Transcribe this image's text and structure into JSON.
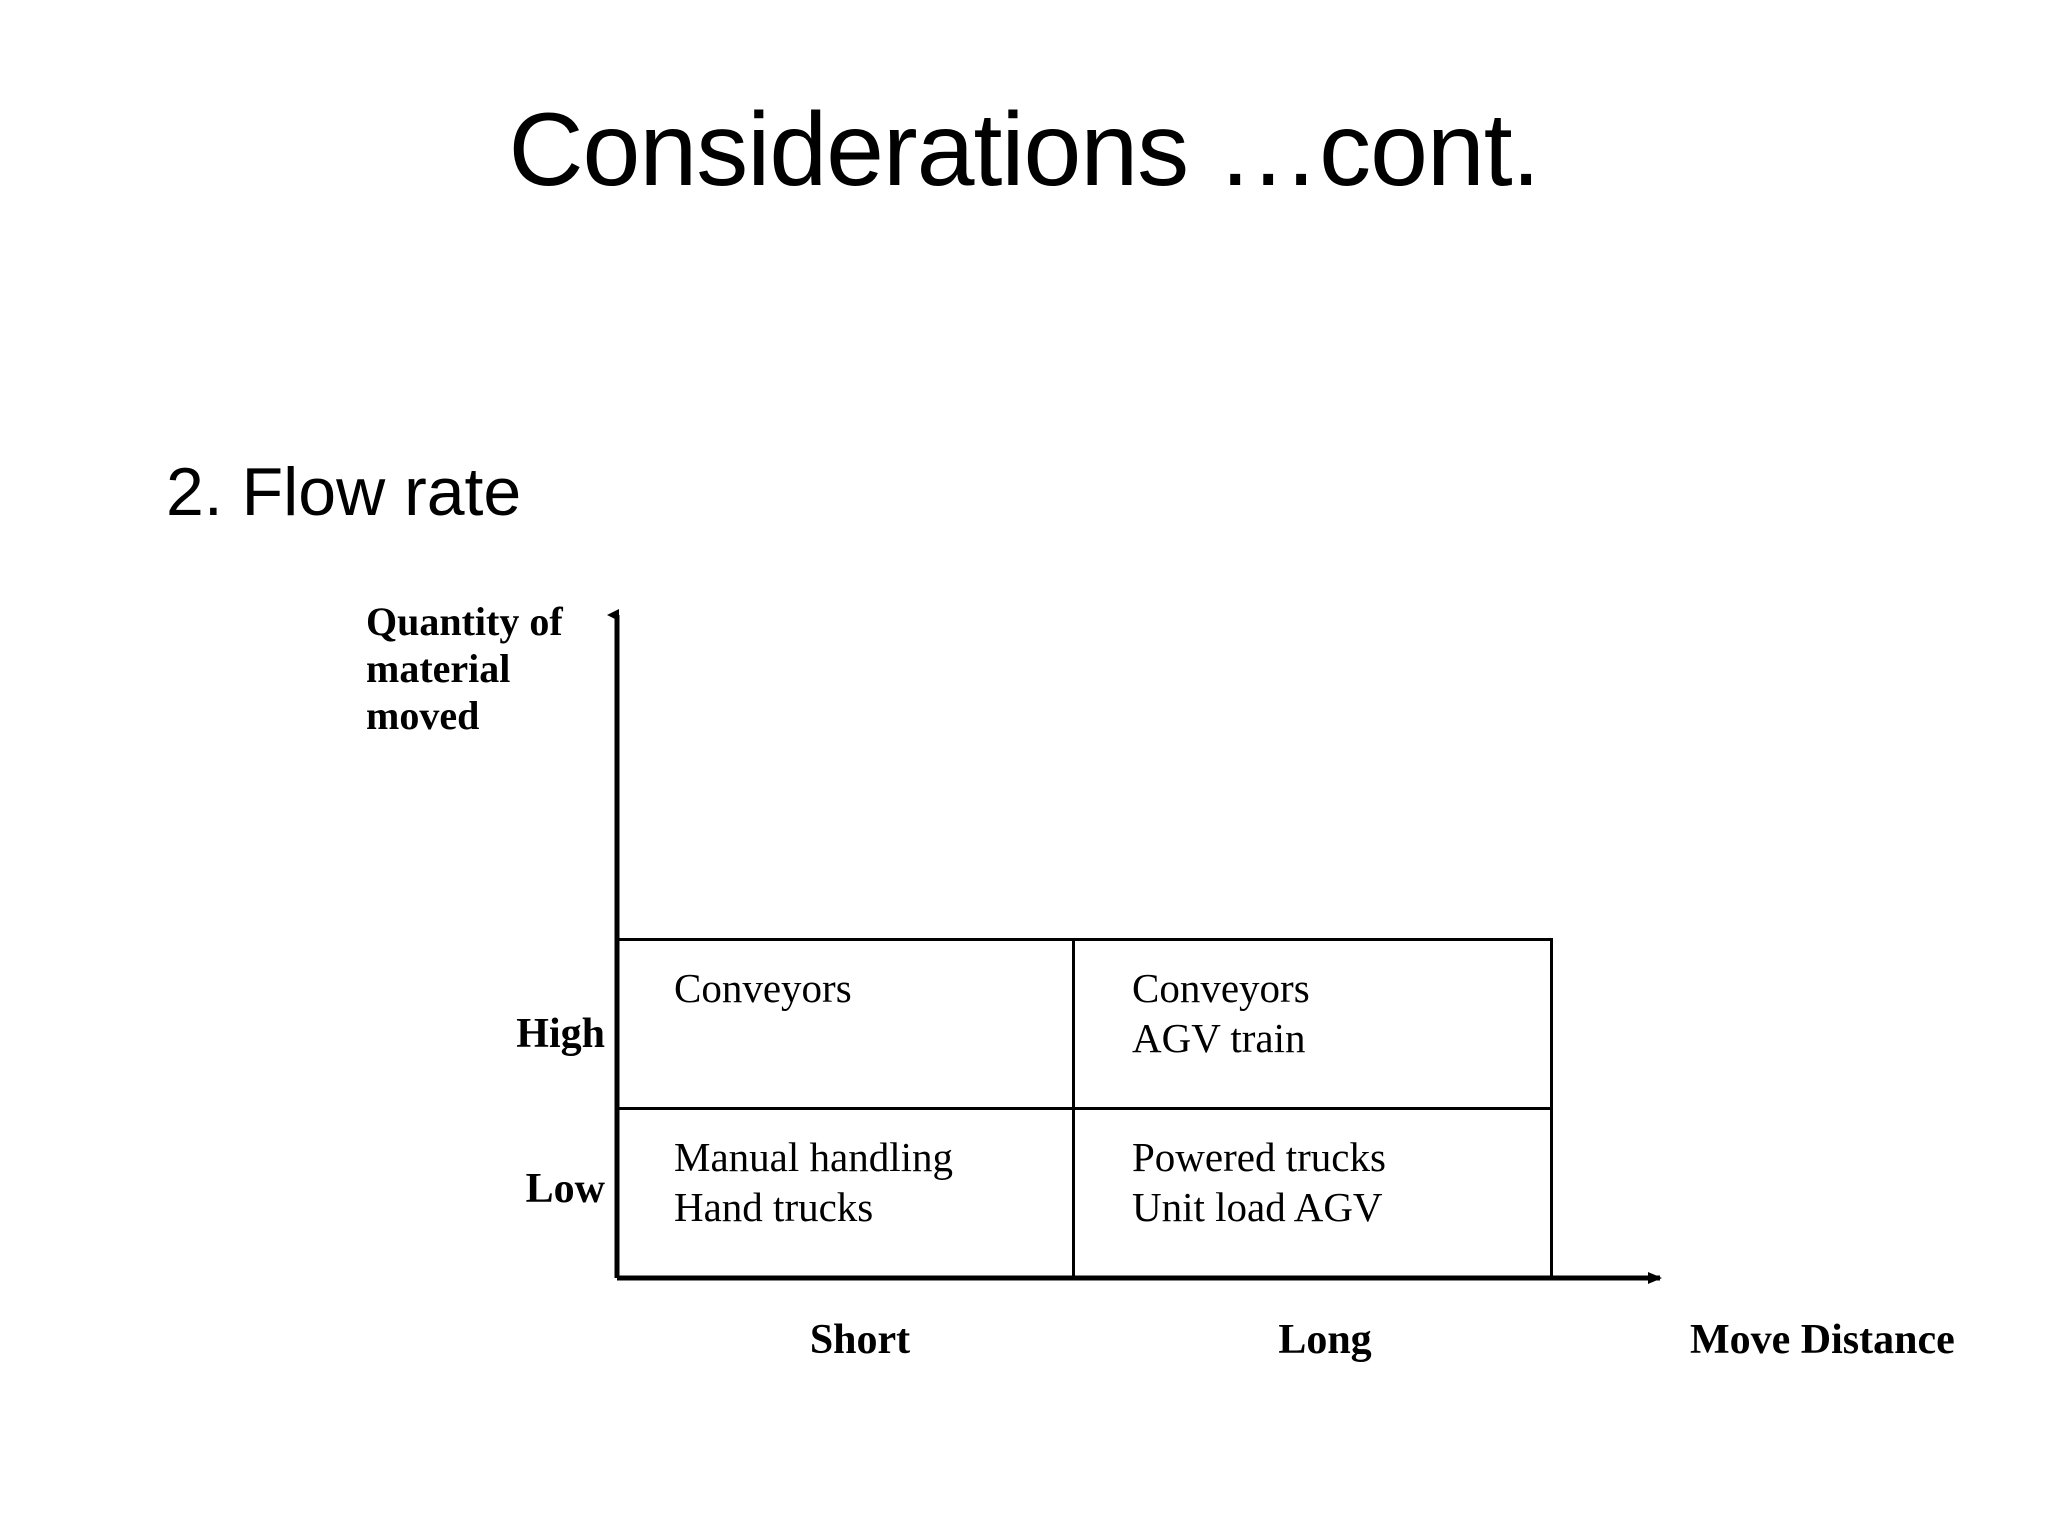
{
  "slide": {
    "title": "Considerations …cont.",
    "section_label": "2. Flow rate"
  },
  "chart_data": {
    "type": "table",
    "title": "2. Flow rate",
    "xlabel": "Move Distance",
    "ylabel": "Quantity of material moved",
    "ylabel_lines": [
      "Quantity of",
      "material",
      "moved"
    ],
    "grid": true,
    "legend": "none",
    "row_categories": [
      "High",
      "Low"
    ],
    "column_categories": [
      "Short",
      "Long"
    ],
    "axis_arrows": {
      "x": "right",
      "y": "up"
    },
    "cells": [
      {
        "row": "High",
        "column": "Short",
        "items": [
          "Conveyors"
        ]
      },
      {
        "row": "High",
        "column": "Long",
        "items": [
          "Conveyors",
          "AGV train"
        ]
      },
      {
        "row": "Low",
        "column": "Short",
        "items": [
          "Manual handling",
          "Hand trucks"
        ]
      },
      {
        "row": "Low",
        "column": "Long",
        "items": [
          "Powered trucks",
          "Unit load AGV"
        ]
      }
    ],
    "colors": {
      "background": "#ffffff",
      "line": "#000000",
      "text": "#000000"
    }
  }
}
